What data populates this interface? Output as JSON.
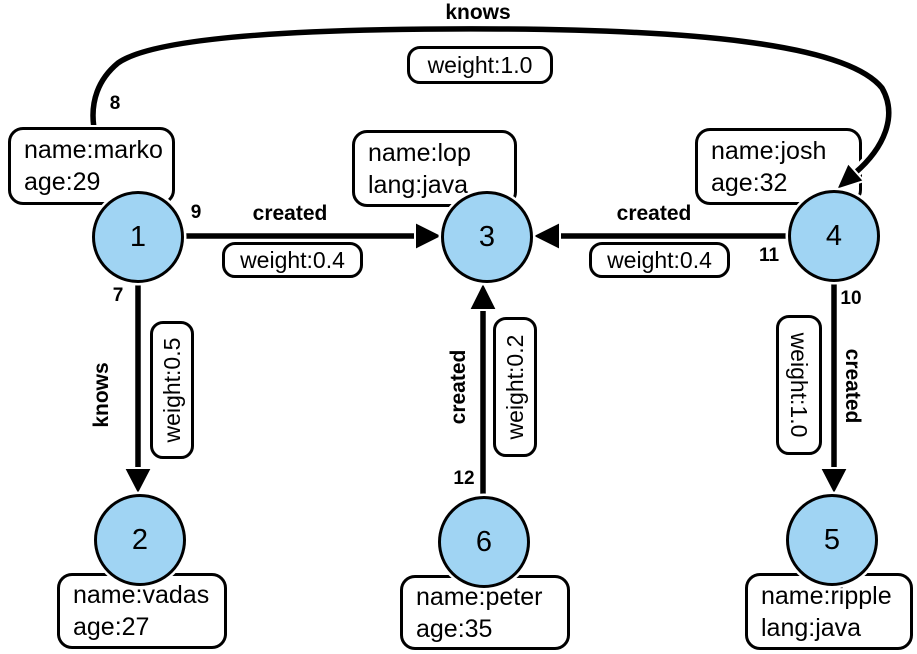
{
  "colors": {
    "node_fill": "#a0d4f3",
    "stroke": "#000000",
    "box_fill": "#ffffff",
    "background": "#ffffff"
  },
  "nodes": [
    {
      "id": "1",
      "properties": [
        "name:marko",
        "age:29"
      ]
    },
    {
      "id": "2",
      "properties": [
        "name:vadas",
        "age:27"
      ]
    },
    {
      "id": "3",
      "properties": [
        "name:lop",
        "lang:java"
      ]
    },
    {
      "id": "4",
      "properties": [
        "name:josh",
        "age:32"
      ]
    },
    {
      "id": "5",
      "properties": [
        "name:ripple",
        "lang:java"
      ]
    },
    {
      "id": "6",
      "properties": [
        "name:peter",
        "age:35"
      ]
    }
  ],
  "edges": [
    {
      "id": "8",
      "label": "knows",
      "weight": "weight:1.0",
      "from": "1",
      "to": "4"
    },
    {
      "id": "7",
      "label": "knows",
      "weight": "weight:0.5",
      "from": "1",
      "to": "2"
    },
    {
      "id": "9",
      "label": "created",
      "weight": "weight:0.4",
      "from": "1",
      "to": "3"
    },
    {
      "id": "11",
      "label": "created",
      "weight": "weight:0.4",
      "from": "4",
      "to": "3"
    },
    {
      "id": "10",
      "label": "created",
      "weight": "weight:1.0",
      "from": "4",
      "to": "5"
    },
    {
      "id": "12",
      "label": "created",
      "weight": "weight:0.2",
      "from": "6",
      "to": "3"
    }
  ]
}
